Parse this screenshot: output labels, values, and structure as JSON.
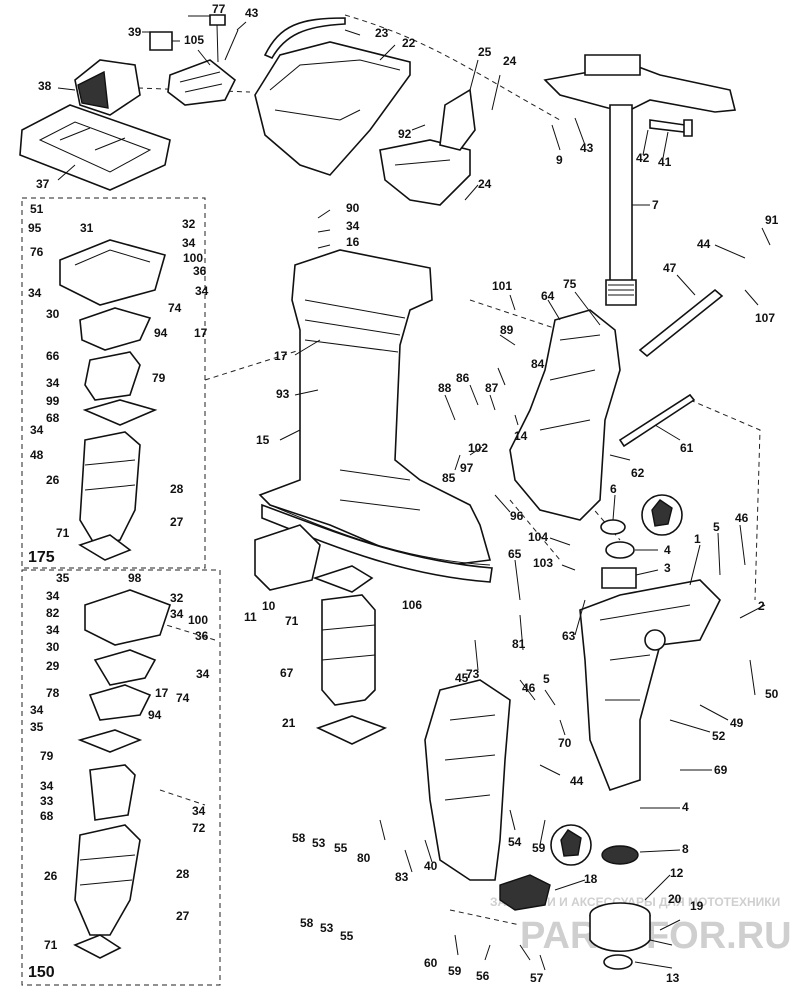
{
  "diagram": {
    "section_labels": [
      "175",
      "150"
    ],
    "watermark": {
      "line1": "ЗАПЧАСТИ И АКСЕССУАРЫ ДЛЯ МОТОТЕХНИКИ",
      "line2": "PARTSFOR.RU"
    },
    "callouts": {
      "c77": "77",
      "c43a": "43",
      "c39": "39",
      "c105": "105",
      "c23": "23",
      "c22": "22",
      "c38": "38",
      "c37": "37",
      "c25": "25",
      "c24a": "24",
      "c92": "92",
      "c9": "9",
      "c43b": "43",
      "c42": "42",
      "c41": "41",
      "c24b": "24",
      "c7": "7",
      "c51": "51",
      "c95a": "95",
      "c31": "31",
      "c32a": "32",
      "c90": "90",
      "c34a": "34",
      "c16": "16",
      "c34b": "34",
      "c91": "91",
      "c76": "76",
      "c100a": "100",
      "c44a": "44",
      "c47": "47",
      "c36a": "36",
      "c34c": "34",
      "c34d": "34",
      "c74a": "74",
      "c107": "107",
      "c101": "101",
      "c75": "75",
      "c64": "64",
      "c30a": "30",
      "c17a": "17",
      "c94a": "94",
      "c66": "66",
      "c89": "89",
      "c17b": "17",
      "c84": "84",
      "c34e": "34",
      "c79a": "79",
      "c93": "93",
      "c86": "86",
      "c87": "87",
      "c99": "99",
      "c88": "88",
      "c68a": "68",
      "c14": "14",
      "c34f": "34",
      "c61": "61",
      "c15": "15",
      "c102": "102",
      "c48": "48",
      "c97": "97",
      "c62": "62",
      "c85": "85",
      "c28a": "28",
      "c26a": "26",
      "c96": "96",
      "c6": "6",
      "c27a": "27",
      "c71a": "71",
      "c104": "104",
      "c4a": "4",
      "c1": "1",
      "c5a": "5",
      "c46a": "46",
      "c103": "103",
      "c3": "3",
      "c65": "65",
      "c35a": "35",
      "c98": "98",
      "c11": "11",
      "c10": "10",
      "c71b": "71",
      "c106": "106",
      "c34g": "34",
      "c32b": "32",
      "c82": "82",
      "c34h": "34",
      "c2": "2",
      "c63": "63",
      "c34i": "34",
      "c100b": "100",
      "c36b": "36",
      "c30b": "30",
      "c81": "81",
      "c34j": "34",
      "c67": "67",
      "c73": "73",
      "c50": "50",
      "c29": "29",
      "c17c": "17",
      "c74b": "74",
      "c45": "45",
      "c5b": "5",
      "c46b": "46",
      "c78": "78",
      "c94b": "94",
      "c49": "49",
      "c34k": "34",
      "c35b": "35",
      "c21": "21",
      "c52": "52",
      "c70": "70",
      "c79b": "79",
      "c44b": "44",
      "c69": "69",
      "c34l": "34",
      "c33": "33",
      "c68b": "68",
      "c4b": "4",
      "c34m": "34",
      "c72": "72",
      "c58a": "58",
      "c53a": "53",
      "c55a": "55",
      "c80": "80",
      "c54": "54",
      "c59a": "59",
      "c8": "8",
      "c83": "83",
      "c40": "40",
      "c28b": "28",
      "c26b": "26",
      "c18": "18",
      "c12": "12",
      "c58b": "58",
      "c53b": "53",
      "c55b": "55",
      "c27b": "27",
      "c20": "20",
      "c19": "19",
      "c71c": "71",
      "c60": "60",
      "c59b": "59",
      "c56": "56",
      "c57": "57",
      "c13": "13"
    }
  }
}
